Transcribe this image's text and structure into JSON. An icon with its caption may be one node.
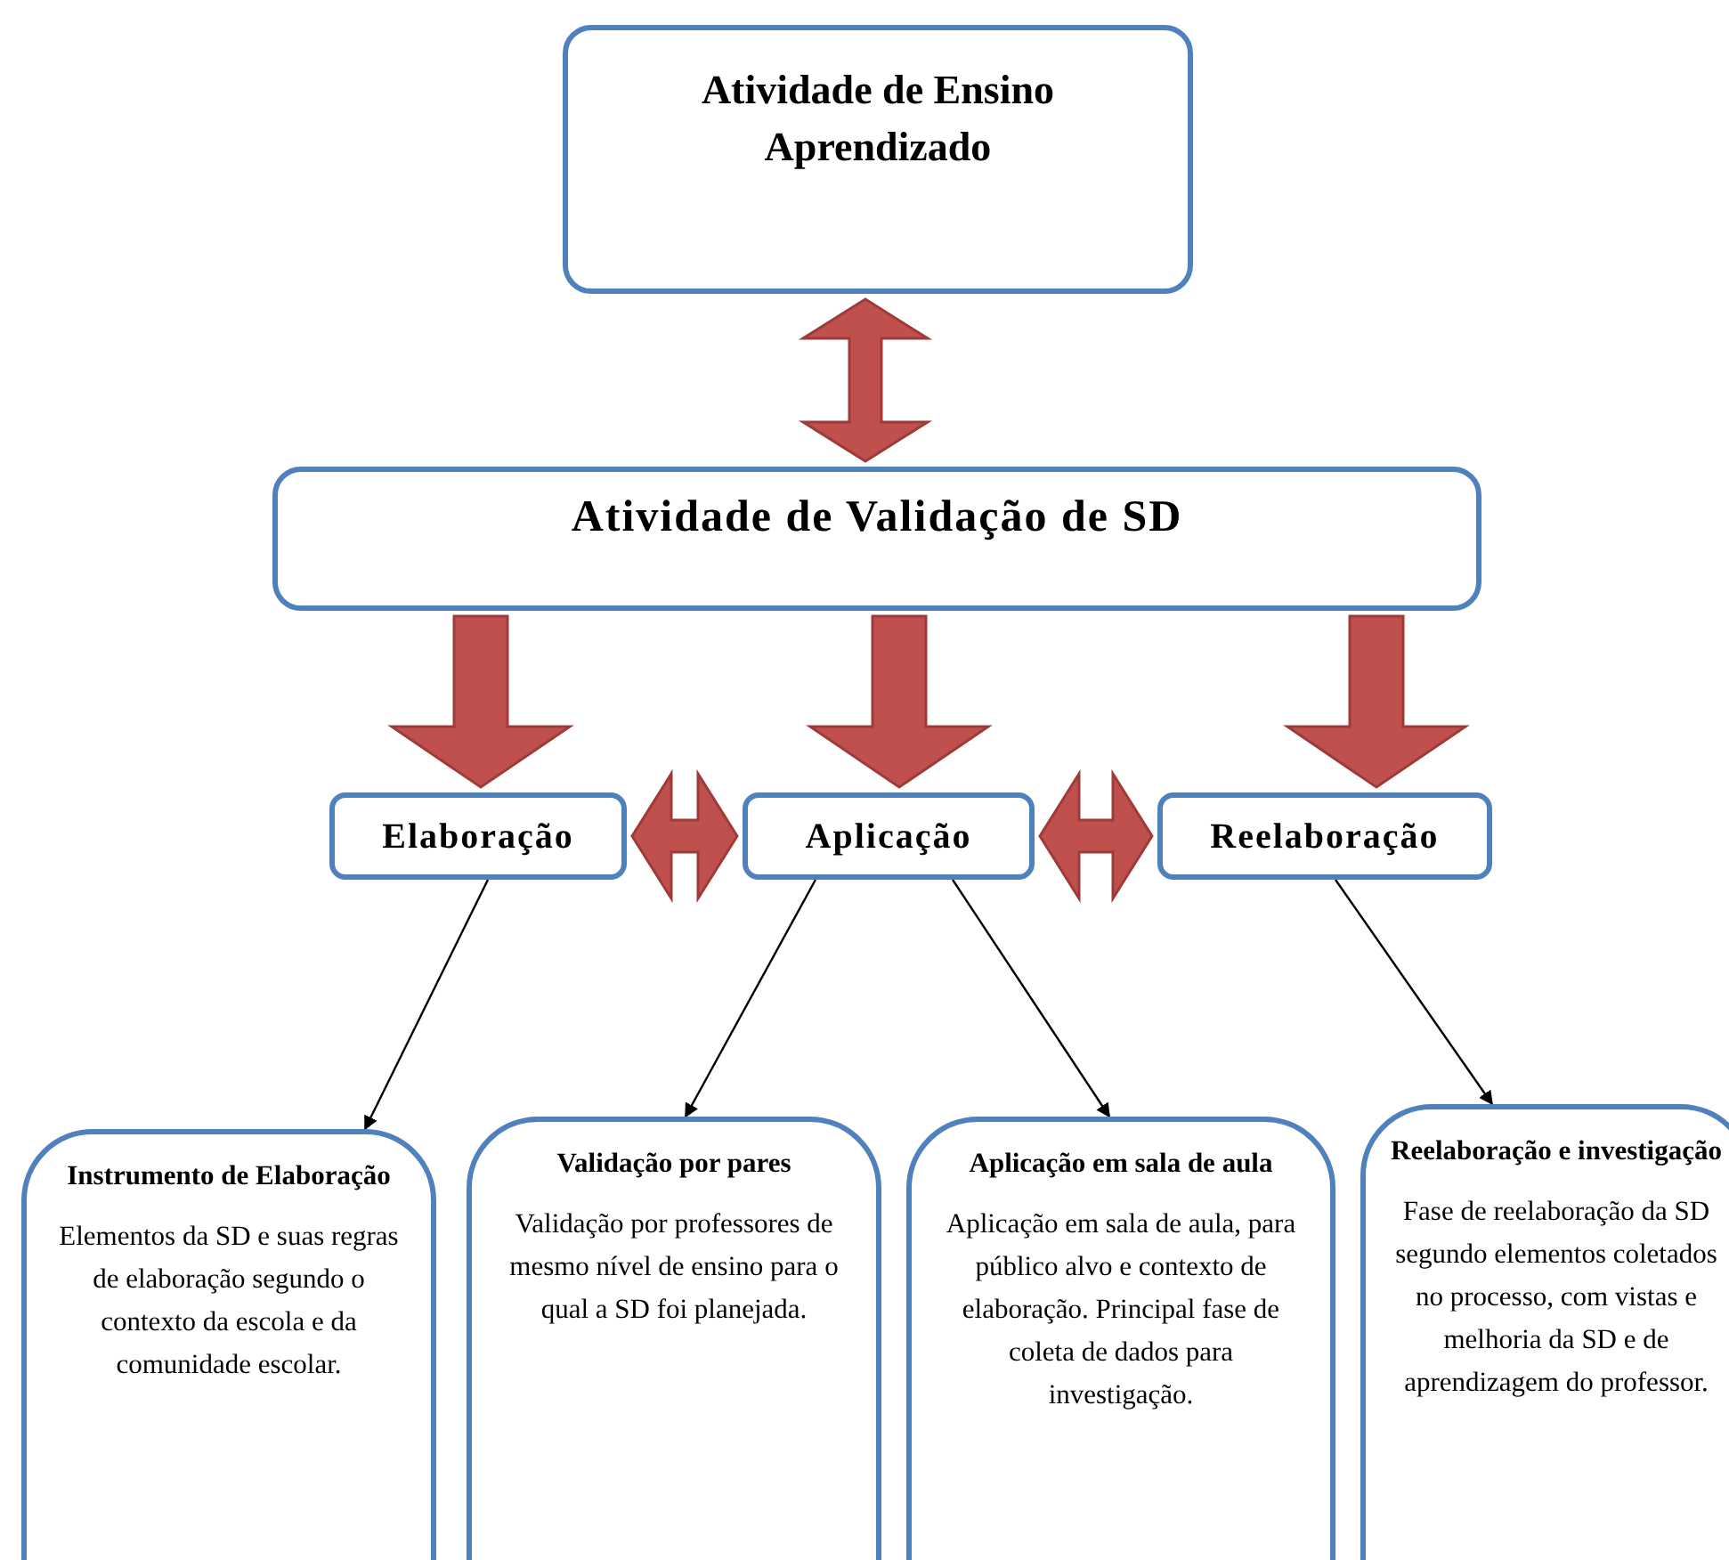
{
  "diagram": {
    "nodes": [
      {
        "text": [
          "Atividade de Ensino Aprendizado"
        ]
      },
      {
        "text": [
          "Atividade de Validação de SD"
        ]
      },
      {
        "text": [
          "Elaboração"
        ]
      },
      {
        "text": [
          "Aplicação"
        ]
      },
      {
        "text": [
          "Reelaboração"
        ]
      },
      {
        "text": [
          "Instrumento de Elaboração",
          "Elementos da SD e suas regras de elaboração segundo o contexto da escola e da comunidade escolar."
        ]
      },
      {
        "text": [
          "Validação por pares",
          "Validação por professores de mesmo nível de ensino para o qual a SD foi planejada."
        ]
      },
      {
        "text": [
          "Aplicação em sala de aula",
          "Aplicação em sala de aula, para público alvo e contexto de elaboração. Principal fase de coleta de dados para investigação."
        ]
      },
      {
        "text": [
          "Reelaboração e investigação",
          "Fase de reelaboração da SD segundo elementos coletados no processo, com vistas e melhoria da SD e de aprendizagem do professor."
        ]
      }
    ],
    "edges": [
      {
        "from": 0,
        "to": 1,
        "arrow": "both",
        "style": "thick"
      },
      {
        "from": 1,
        "to": 2,
        "arrow": "to",
        "style": "thick"
      },
      {
        "from": 1,
        "to": 3,
        "arrow": "to",
        "style": "thick"
      },
      {
        "from": 1,
        "to": 4,
        "arrow": "to",
        "style": "thick"
      },
      {
        "from": 2,
        "to": 3,
        "arrow": "both",
        "style": "thick"
      },
      {
        "from": 3,
        "to": 4,
        "arrow": "both",
        "style": "thick"
      },
      {
        "from": 2,
        "to": 5,
        "arrow": "to",
        "color": "#000000"
      },
      {
        "from": 3,
        "to": 6,
        "arrow": "to",
        "color": "#000000"
      },
      {
        "from": 3,
        "to": 7,
        "arrow": "to",
        "color": "#000000"
      },
      {
        "from": 4,
        "to": 8,
        "arrow": "to",
        "color": "#000000"
      }
    ]
  }
}
